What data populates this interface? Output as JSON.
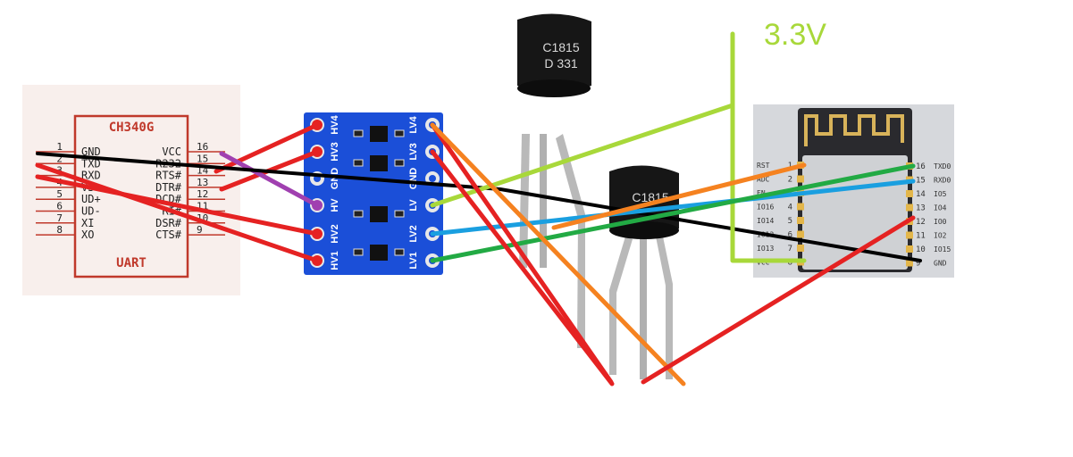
{
  "label_3v3": "3.3V",
  "ch340g": {
    "title": "CH340G",
    "footer": "UART",
    "left_pins": [
      {
        "num": "1",
        "name": "GND"
      },
      {
        "num": "2",
        "name": "TXD"
      },
      {
        "num": "3",
        "name": "RXD"
      },
      {
        "num": "4",
        "name": "V3"
      },
      {
        "num": "5",
        "name": "UD+"
      },
      {
        "num": "6",
        "name": "UD-"
      },
      {
        "num": "7",
        "name": "XI"
      },
      {
        "num": "8",
        "name": "XO"
      }
    ],
    "right_pins": [
      {
        "num": "16",
        "name": "VCC"
      },
      {
        "num": "15",
        "name": "R232"
      },
      {
        "num": "14",
        "name": "RTS#"
      },
      {
        "num": "13",
        "name": "DTR#"
      },
      {
        "num": "12",
        "name": "DCD#"
      },
      {
        "num": "11",
        "name": "RI#"
      },
      {
        "num": "10",
        "name": "DSR#"
      },
      {
        "num": "9",
        "name": "CTS#"
      }
    ]
  },
  "level_shifter": {
    "left_labels": [
      "HV1",
      "HV2",
      "HV",
      "GND",
      "HV3",
      "HV4"
    ],
    "right_labels": [
      "LV1",
      "LV2",
      "LV",
      "GND",
      "LV3",
      "LV4"
    ]
  },
  "transistor_top": {
    "line1": "C1815",
    "line2": "D 331"
  },
  "transistor_bottom": {
    "line1": "C1815"
  },
  "esp": {
    "left_pins": [
      {
        "num": "1",
        "name": "RST"
      },
      {
        "num": "2",
        "name": "ADC"
      },
      {
        "num": "3",
        "name": "EN"
      },
      {
        "num": "4",
        "name": "IO16"
      },
      {
        "num": "5",
        "name": "IO14"
      },
      {
        "num": "6",
        "name": "IO12"
      },
      {
        "num": "7",
        "name": "IO13"
      },
      {
        "num": "8",
        "name": "VCC"
      }
    ],
    "right_pins": [
      {
        "num": "16",
        "name": "TXD0"
      },
      {
        "num": "15",
        "name": "RXD0"
      },
      {
        "num": "14",
        "name": "IO5"
      },
      {
        "num": "13",
        "name": "IO4"
      },
      {
        "num": "12",
        "name": "IO0"
      },
      {
        "num": "11",
        "name": "IO2"
      },
      {
        "num": "10",
        "name": "IO15"
      },
      {
        "num": "9",
        "name": "GND"
      }
    ]
  },
  "colors": {
    "red": "#e52222",
    "black": "#000000",
    "purple": "#a040b0",
    "orange": "#f58220",
    "green": "#22aa44",
    "blue": "#1a9fe0",
    "lime": "#a8d83a",
    "board_blue": "#1b4fd8",
    "ch340_red": "#c0392b"
  }
}
